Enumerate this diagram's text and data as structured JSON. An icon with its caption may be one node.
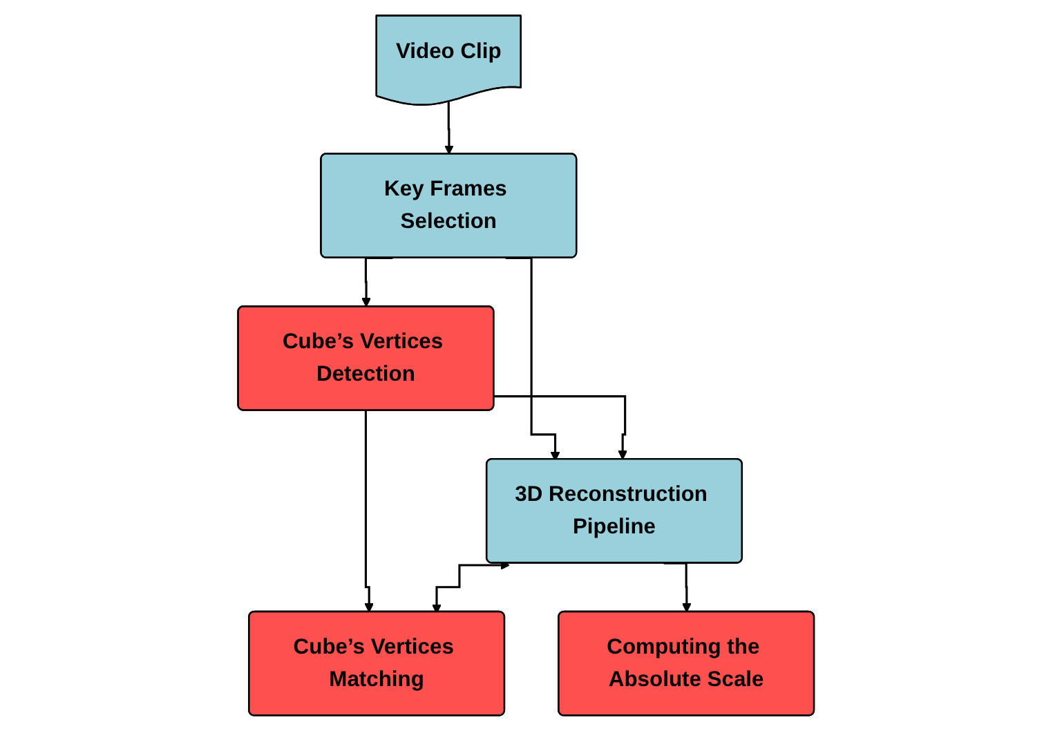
{
  "diagram": {
    "nodes": [
      {
        "text": [
          "Video Clip"
        ]
      },
      {
        "text": [
          "Key Frames Selection"
        ]
      },
      {
        "text": [
          "Cube’s Vertices Detection"
        ]
      },
      {
        "text": [
          "3D Reconstruction Pipeline"
        ]
      },
      {
        "text": [
          "Cube’s Vertices Matching"
        ]
      },
      {
        "text": [
          "Computing the Absolute Scale"
        ]
      }
    ],
    "edges": [
      {
        "from": 0,
        "to": 1,
        "arrow": "to"
      },
      {
        "from": 1,
        "to": 2,
        "arrow": "to"
      },
      {
        "from": 1,
        "to": 3,
        "arrow": "to"
      },
      {
        "from": 2,
        "to": 3,
        "arrow": "to"
      },
      {
        "from": 2,
        "to": 4,
        "arrow": "to"
      },
      {
        "from": 3,
        "to": 4,
        "arrow": "both"
      },
      {
        "from": 3,
        "to": 5,
        "arrow": "to"
      }
    ]
  }
}
